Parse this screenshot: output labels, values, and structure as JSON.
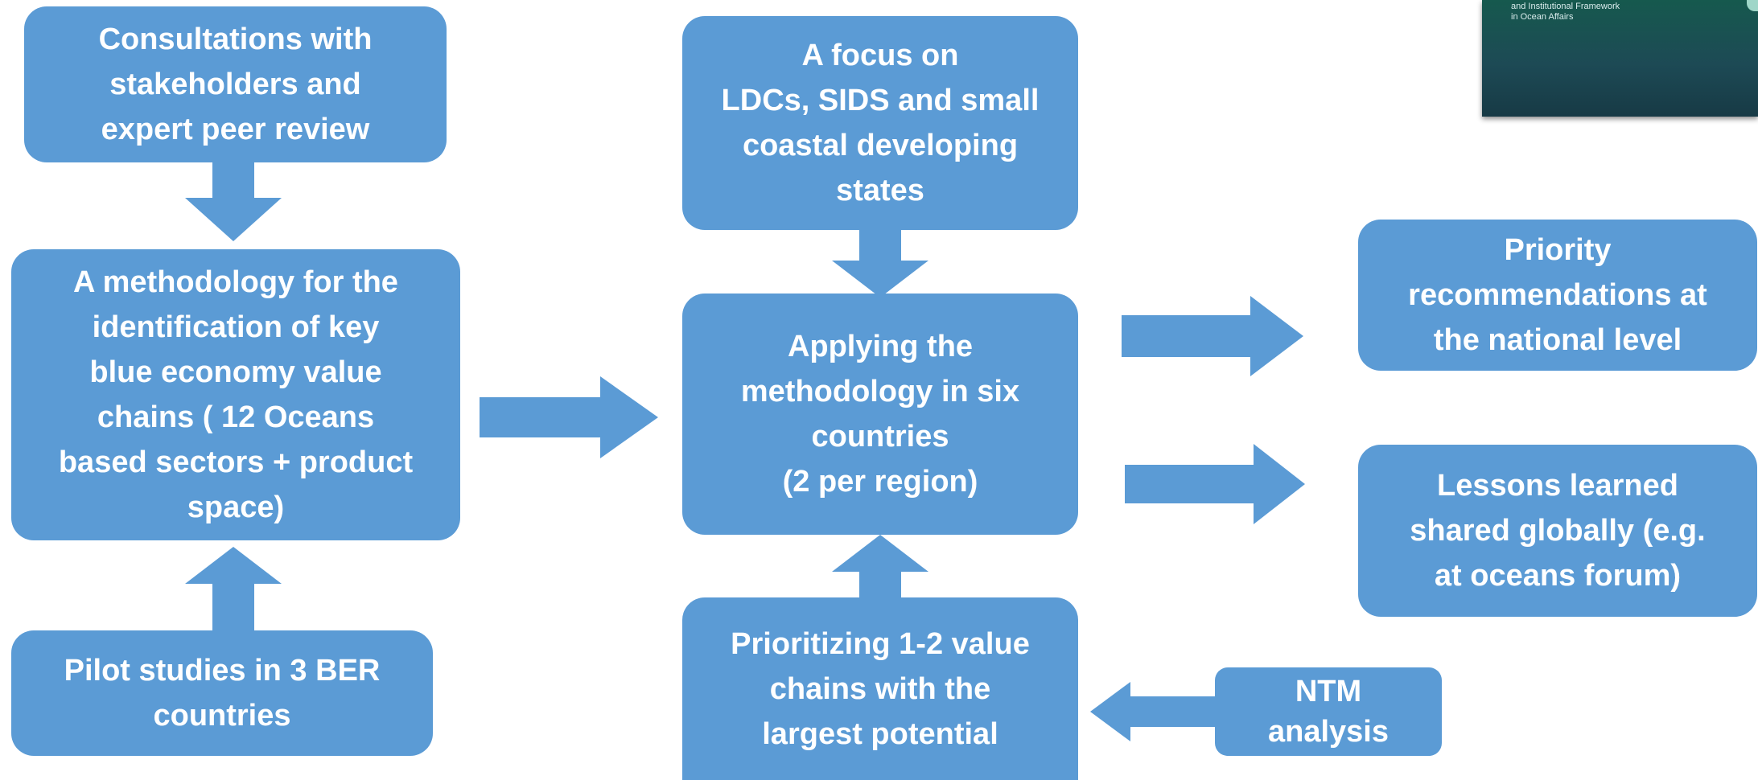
{
  "boxes": {
    "consultations": "Consultations with\nstakeholders and\nexpert peer review",
    "methodology": "A methodology for the\nidentification of key\nblue economy value\nchains ( 12 Oceans\nbased sectors + product\nspace)",
    "pilot_studies": "Pilot studies in 3 BER\ncountries",
    "focus": "A focus on\nLDCs, SIDS and small\ncoastal developing\nstates",
    "applying": "Applying the\nmethodology in six\ncountries\n(2 per region)",
    "prioritizing": "Prioritizing 1-2 value\nchains with the\nlargest potential",
    "ntm": "NTM\nanalysis",
    "priority_recommendations": "Priority\nrecommendations at\nthe national level",
    "lessons_learned": "Lessons learned\nshared globally (e.g.\nat oceans forum)"
  },
  "cover_thumbnail": {
    "text": "and Institutional Framework\nin Ocean Affairs"
  },
  "colors": {
    "box_fill": "#5b9bd5",
    "box_text": "#ffffff",
    "cover_bg": "#1d4a55"
  }
}
